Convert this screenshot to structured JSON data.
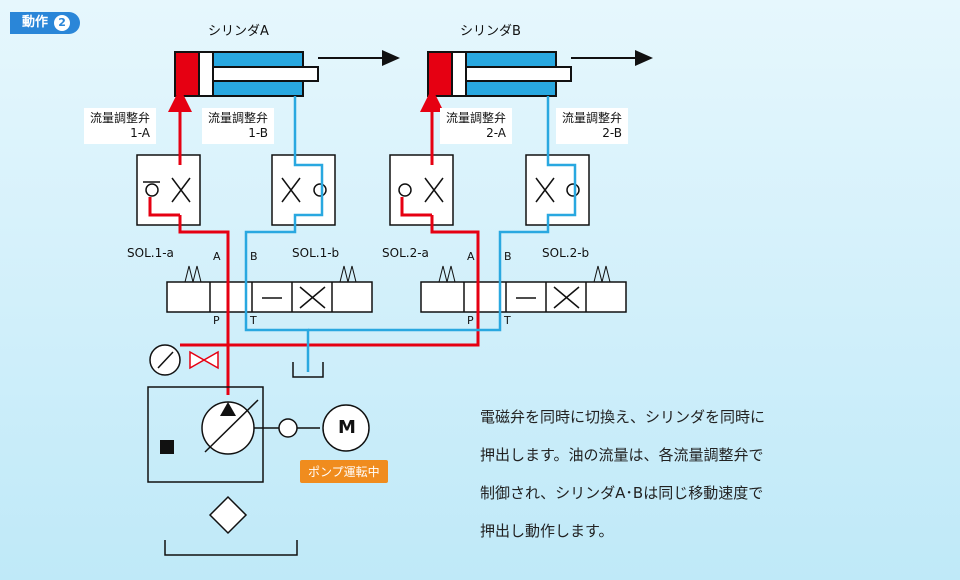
{
  "badge": {
    "title": "動作",
    "num": "2"
  },
  "cylinders": {
    "a": "シリンダA",
    "b": "シリンダB"
  },
  "valves": [
    {
      "line1": "流量調整弁",
      "line2": "1-A"
    },
    {
      "line1": "流量調整弁",
      "line2": "1-B"
    },
    {
      "line1": "流量調整弁",
      "line2": "2-A"
    },
    {
      "line1": "流量調整弁",
      "line2": "2-B"
    }
  ],
  "solenoids": {
    "s1a": "SOL.1-a",
    "s1b": "SOL.1-b",
    "s2a": "SOL.2-a",
    "s2b": "SOL.2-b"
  },
  "ports": {
    "a": "A",
    "b": "B",
    "p": "P",
    "t": "T"
  },
  "motor": "M",
  "pump_status": "ポンプ運転中",
  "description": [
    "電磁弁を同時に切換え、シリンダを同時に",
    "押出します。油の流量は、各流量調整弁で",
    "制御され、シリンダA･Bは同じ移動速度で",
    "押出し動作します。"
  ],
  "colors": {
    "pressure": "#e60012",
    "return": "#29a8e0",
    "cylinder_body": "#29a8e0",
    "piston": "#e60012"
  }
}
